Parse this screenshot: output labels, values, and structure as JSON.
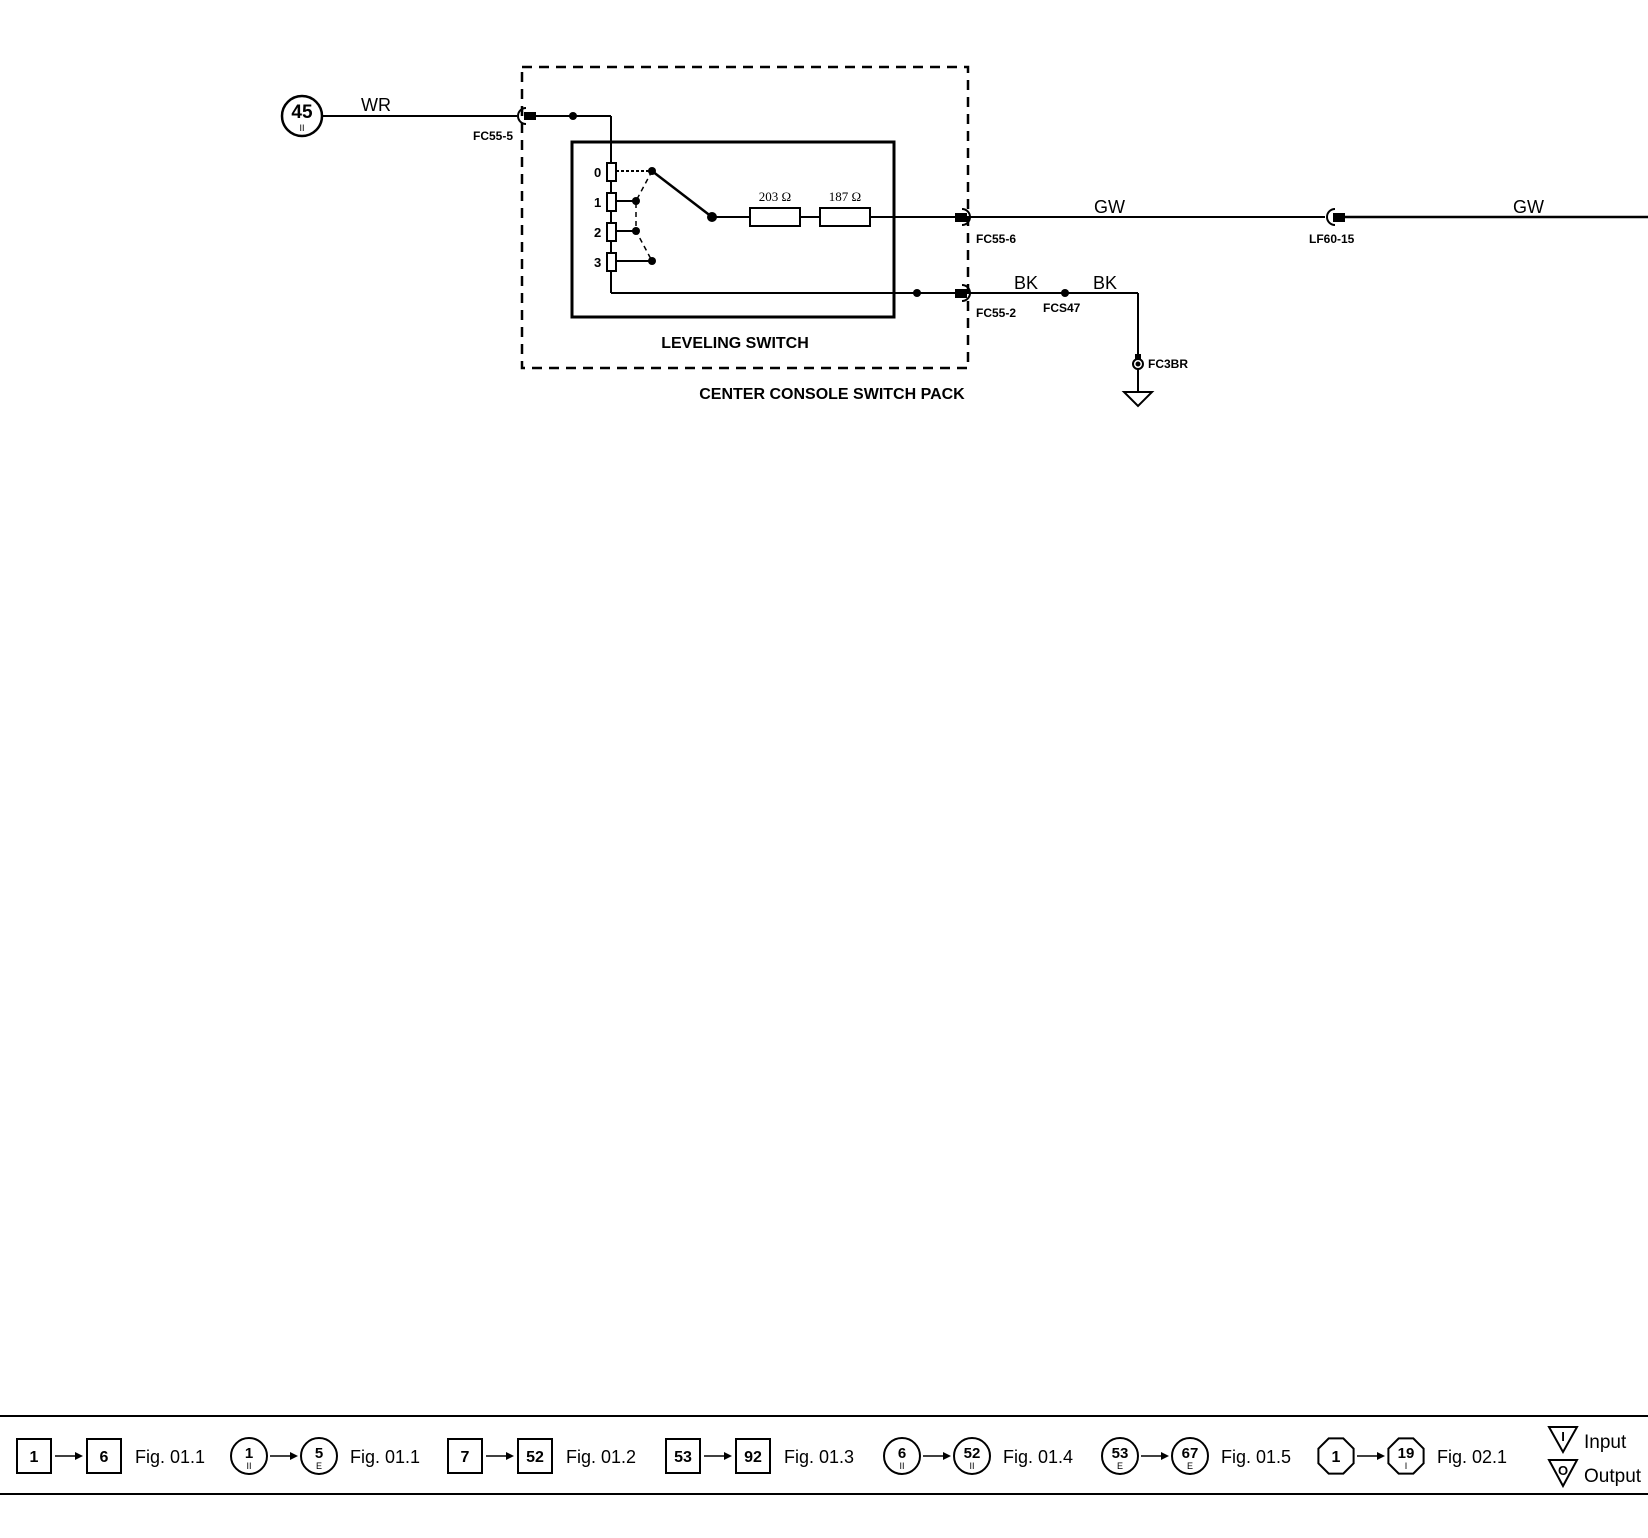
{
  "diagram": {
    "ref_circle": {
      "number": "45",
      "sub": "II"
    },
    "wires": {
      "wr": "WR",
      "gw_1": "GW",
      "gw_2": "GW",
      "bk_1": "BK",
      "bk_2": "BK"
    },
    "connectors": {
      "fc55_5": "FC55-5",
      "fc55_6": "FC55-6",
      "fc55_2": "FC55-2",
      "lf60_15": "LF60-15",
      "fcs47": "FCS47",
      "fc3br": "FC3BR"
    },
    "switch_positions": [
      "0",
      "1",
      "2",
      "3"
    ],
    "resistors": [
      "203 Ω",
      "187 Ω"
    ],
    "leveling_switch_label": "LEVELING SWITCH",
    "switch_pack_label": "CENTER CONSOLE SWITCH PACK"
  },
  "legend": {
    "items": [
      {
        "from": "1",
        "from_sub": "",
        "to": "6",
        "to_sub": "",
        "shape": "square",
        "fig": "Fig. 01.1"
      },
      {
        "from": "1",
        "from_sub": "II",
        "to": "5",
        "to_sub": "E",
        "shape": "circle",
        "fig": "Fig. 01.1"
      },
      {
        "from": "7",
        "from_sub": "",
        "to": "52",
        "to_sub": "",
        "shape": "square",
        "fig": "Fig. 01.2"
      },
      {
        "from": "53",
        "from_sub": "",
        "to": "92",
        "to_sub": "",
        "shape": "square",
        "fig": "Fig. 01.3"
      },
      {
        "from": "6",
        "from_sub": "II",
        "to": "52",
        "to_sub": "II",
        "shape": "circle",
        "fig": "Fig. 01.4"
      },
      {
        "from": "53",
        "from_sub": "E",
        "to": "67",
        "to_sub": "E",
        "shape": "circle",
        "fig": "Fig. 01.5"
      },
      {
        "from": "1",
        "from_sub": "",
        "to": "19",
        "to_sub": "I",
        "shape": "octagon",
        "fig": "Fig. 02.1"
      }
    ],
    "input_label": "Input",
    "output_label": "Output",
    "input_symbol": "I",
    "output_symbol": "O"
  }
}
